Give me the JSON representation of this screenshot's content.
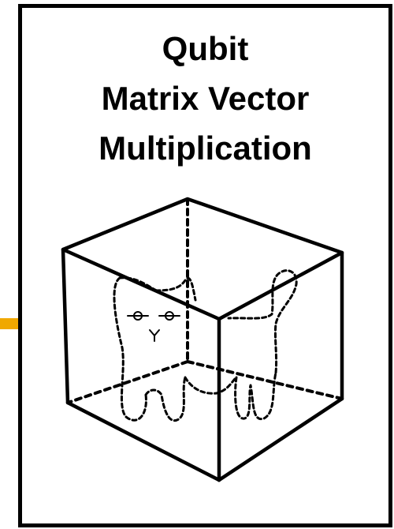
{
  "title": {
    "line1": "Qubit",
    "line2": "Matrix Vector",
    "line3": "Multiplication"
  },
  "illustration": {
    "icon": "cat-in-box-icon"
  },
  "colors": {
    "border": "#000000",
    "background": "#ffffff",
    "connector": "#f0a800"
  }
}
